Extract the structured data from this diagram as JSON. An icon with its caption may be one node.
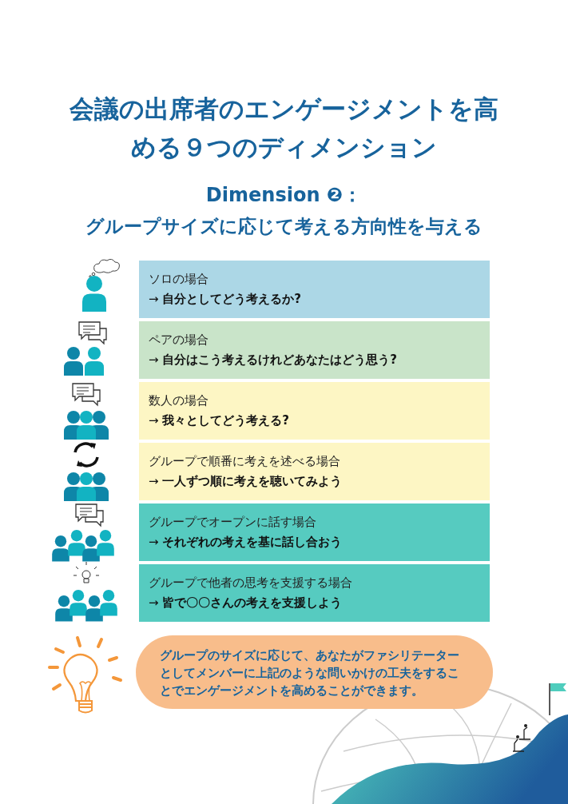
{
  "diagram": {
    "title": "会議の出席者のエンゲージメントを高める９つのディメンション",
    "nodes": [
      {
        "text": [
          "ソロの場合",
          "→ **自分としてどう考えるか?**"
        ]
      },
      {
        "text": [
          "ペアの場合",
          "→ **自分はこう考えるけれどあなたはどう思う?**"
        ]
      },
      {
        "text": [
          "数人の場合",
          "→ **我々としてどう考える?**"
        ]
      },
      {
        "text": [
          "グループで順番に考えを述べる場合",
          "→ **一人ずつ順に考えを聴いてみよう**"
        ]
      },
      {
        "text": [
          "グループでオープンに話す場合",
          "→ **それぞれの考えを基に話し合おう**"
        ]
      },
      {
        "text": [
          "グループで他者の思考を支援する場合",
          "→ **皆で〇〇さんの考えを支援しよう**"
        ]
      },
      {
        "text": [
          "グループのサイズに応じて、あなたがファシリテーターとしてメンバーに上記のような問いかけの工夫をすることでエンゲージメントを高めることができます。"
        ]
      }
    ],
    "labels": [
      "Dimension ❷：",
      "グループサイズに応じて考える方向性を与える"
    ]
  }
}
